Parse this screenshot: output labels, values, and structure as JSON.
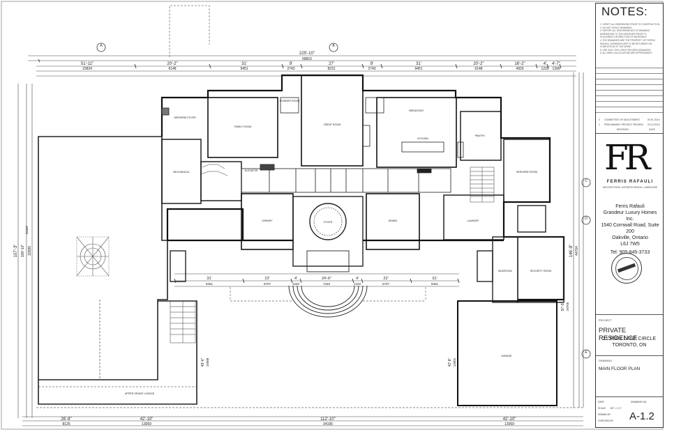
{
  "drawing": {
    "notes_title": "NOTES:",
    "notes": [
      "1. VERIFY ALL DIMENSIONS PRIOR TO CONSTRUCTION.",
      "2. DO NOT SCALE DRAWINGS.",
      "3. REPORT ALL DISCREPANCIES OF DRAWING DIMENSIONS TO THE DESIGNER PRIOR TO PLACEMENT OR ERECTION OF MATERIALS.",
      "4. THE DRAWINGS ARE THE PROPERTY OF FERRIS RAFAULI. DRAWINGS ARE TO BE RETURNED ON COMPLETION OF THE WORK.",
      "5. USE ONLY THE LATEST REVISED DRAWINGS.",
      "6. ALL AREA CALCULATIONS ARE APPROXIMATE."
    ],
    "revisions": [
      {
        "no": "2",
        "desc": "COMMITTEE OF ADJUSTMENT",
        "date": "09.01.2014"
      },
      {
        "no": "1",
        "desc": "PRELIMINARY PROJECT REVIEW",
        "date": "23.12.2014"
      }
    ],
    "revision_header": "REVISION",
    "revision_date_header": "DATE",
    "logo_monogram": "FR",
    "firm_name": "FERRIS RAFAULI",
    "firm_tagline": "ARCHITECTURE • INTERIOR DESIGN • LANDSCAPE",
    "address_lines": [
      "Ferris Rafauli",
      "Grandeur Luxury Homes Inc.",
      "1540 Cornwall Road, Suite 200",
      "Oakville, Ontario",
      "L6J 7W5"
    ],
    "tel": "Tel: 905-845-3733",
    "project_label": "PROJECT",
    "project_name": "PRIVATE RESIDENCE",
    "project_address_lines": [
      "21 PARK LANE CIRCLE",
      "TORONTO, ON"
    ],
    "drawing_label": "DRAWING",
    "drawing_name": "MAIN FLOOR PLAN",
    "meta": {
      "date_label": "DATE",
      "scale_label": "SCALE",
      "scale_value": "1/8\" = 1'-0\"",
      "drawn_label": "DRAWN BY",
      "checked_label": "CHECKED BY",
      "drawing_no_label": "DRAWING NO."
    },
    "sheet_no": "A-1.2"
  },
  "dimensions": {
    "top_overall": "225'-10\"",
    "top_overall_mm": "68810",
    "top_segments": [
      {
        "ft": "51'-11\"",
        "mm": "15824"
      },
      {
        "ft": "20'-2\"",
        "mm": "6148"
      },
      {
        "ft": "31'",
        "mm": "9451"
      },
      {
        "ft": "9'",
        "mm": "2743"
      },
      {
        "ft": "27'",
        "mm": "8231"
      },
      {
        "ft": "9'",
        "mm": "2743"
      },
      {
        "ft": "31'",
        "mm": "9451"
      },
      {
        "ft": "20'-2\"",
        "mm": "6148"
      },
      {
        "ft": "16'-2\"",
        "mm": "4929"
      },
      {
        "ft": "4'",
        "mm": "1220"
      },
      {
        "ft": "4'-7\"",
        "mm": "1399"
      }
    ],
    "left_overall": "107'-3\"",
    "left_overall_mm": "32689",
    "left_sub": "109'-10\"",
    "left_sub_mm": "33487",
    "right_overall": "146'-8\"",
    "right_overall_mm": "44704",
    "mid_segments": [
      {
        "ft": "31'",
        "mm": "9451"
      },
      {
        "ft": "22'",
        "mm": "6707"
      },
      {
        "ft": "4'",
        "mm": "1220"
      },
      {
        "ft": "24'-6\"",
        "mm": "7346"
      },
      {
        "ft": "4'",
        "mm": "1220"
      },
      {
        "ft": "22'",
        "mm": "6707"
      },
      {
        "ft": "31'",
        "mm": "9451"
      }
    ],
    "bottom_overall": "112'-10\"",
    "bottom_overall_mm": "34195",
    "bottom_segments": [
      {
        "ft": "26'-8\"",
        "mm": "8125"
      },
      {
        "ft": "42'-10\"",
        "mm": "13059"
      },
      {
        "ft": "42'-10\"",
        "mm": "13059"
      }
    ],
    "garage_dims": [
      {
        "ft": "49'-6\"",
        "mm": "15088"
      },
      {
        "ft": "42'-8\"",
        "mm": "13001"
      }
    ],
    "garage_height": "97'-5\"",
    "garage_height_mm": "29705"
  },
  "rooms": [
    "SERVERIE FOYER",
    "FAMILY ROOM",
    "POWDER ROOM",
    "GREAT ROOM",
    "KITCHEN",
    "BREAKFAST",
    "PANTRY",
    "SERVERIE ROOM",
    "MECHANICAL",
    "ELEVATOR",
    "LIBRARY",
    "FOYER",
    "DINING",
    "LAUNDRY",
    "MUDROOM",
    "SECURITY ROOM",
    "GARAGE",
    "UPPER GRADE LOUNGE"
  ],
  "section_markers": [
    "A",
    "B",
    "C",
    "D",
    "E"
  ]
}
